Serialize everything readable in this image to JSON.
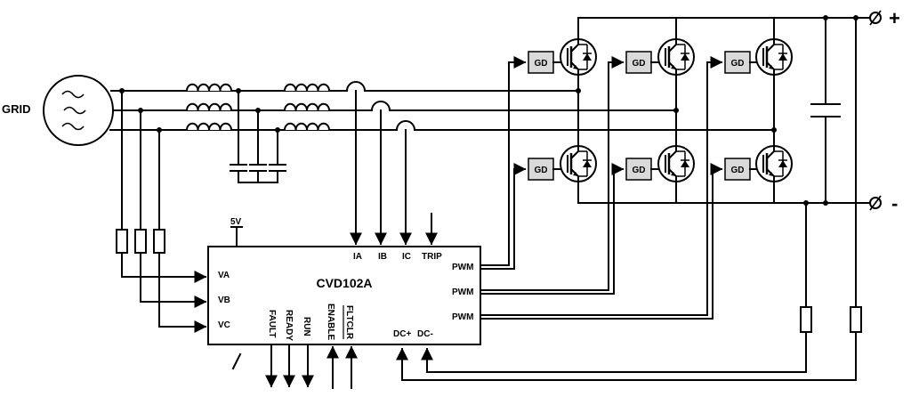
{
  "source_label": "GRID",
  "controller": {
    "name": "CVD102A",
    "supply": "5V",
    "voltage_inputs": [
      "VA",
      "VB",
      "VC"
    ],
    "current_inputs": [
      "IA",
      "IB",
      "IC"
    ],
    "trip_input": "TRIP",
    "pwm_outputs": [
      "PWM",
      "PWM",
      "PWM"
    ],
    "status_outputs": [
      "FAULT",
      "READY",
      "RUN"
    ],
    "control_inputs": [
      "ENABLE",
      "FLTCLR"
    ],
    "dc_inputs": [
      "DC+",
      "DC-"
    ]
  },
  "gate_driver_label": "GD",
  "dc_bus": {
    "positive": "+",
    "negative": "-"
  }
}
